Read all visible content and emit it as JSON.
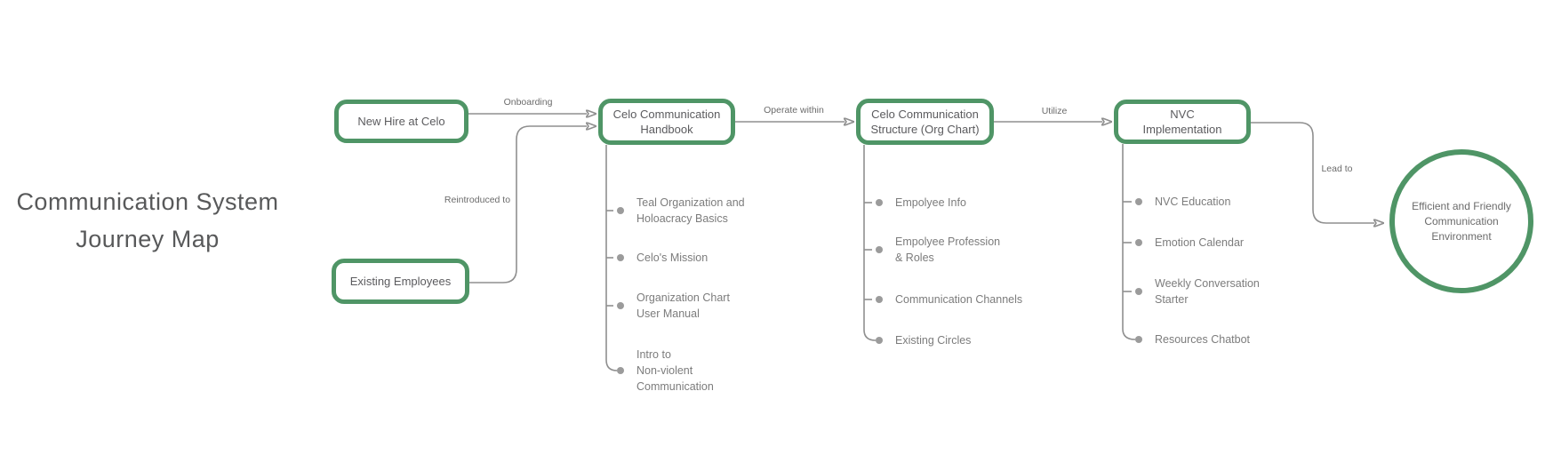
{
  "title": {
    "line1": "Communication System",
    "line2": "Journey Map"
  },
  "colors": {
    "accent_green": "#4f9566",
    "connector_gray": "#8f8f8f",
    "title_text": "#58595a",
    "node_text": "#5b5b5e",
    "list_text": "#7c7c7c",
    "label_text": "#6b6b6b"
  },
  "stages": {
    "new_hire": {
      "label": "New Hire at Celo"
    },
    "existing_employees": {
      "label": "Existing Employees"
    },
    "handbook": {
      "label": "Celo Communication\nHandbook"
    },
    "org_structure": {
      "label": "Celo Communication\nStructure (Org Chart)"
    },
    "nvc": {
      "label": "NVC\nImplementation"
    }
  },
  "outcome": {
    "label": "Efficient and Friendly\nCommunication\nEnvironment"
  },
  "edge_labels": {
    "onboarding": "Onboarding",
    "reintroduced": "Reintroduced to",
    "operate_within": "Operate within",
    "utilize": "Utilize",
    "lead_to": "Lead to"
  },
  "lists": {
    "handbook": {
      "items": [
        {
          "label": "Teal Organization and\nHoloacracy Basics"
        },
        {
          "label": "Celo's Mission"
        },
        {
          "label": "Organization Chart\nUser Manual"
        },
        {
          "label": "Intro to\nNon-violent\nCommunication"
        }
      ]
    },
    "org_structure": {
      "items": [
        {
          "label": "Empolyee Info"
        },
        {
          "label": "Empolyee Profession\n& Roles"
        },
        {
          "label": "Communication Channels"
        },
        {
          "label": "Existing Circles"
        }
      ]
    },
    "nvc": {
      "items": [
        {
          "label": "NVC Education"
        },
        {
          "label": "Emotion Calendar"
        },
        {
          "label": "Weekly Conversation\nStarter"
        },
        {
          "label": "Resources Chatbot"
        }
      ]
    }
  }
}
